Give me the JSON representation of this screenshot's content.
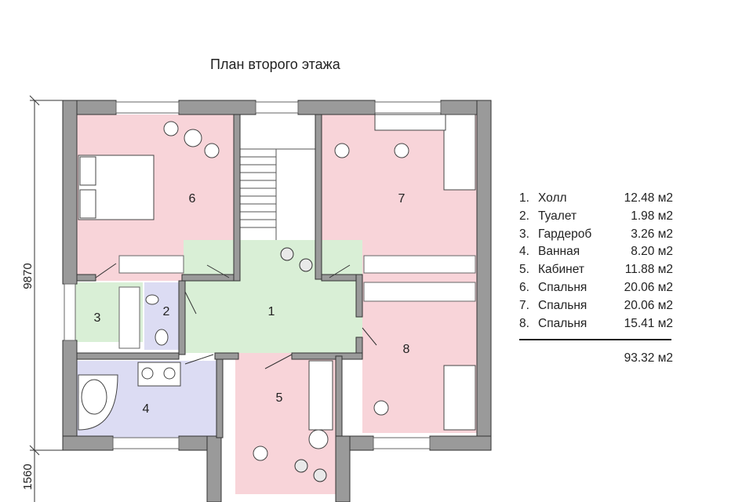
{
  "title": "План второго этажа",
  "dimensions": {
    "height_main": "9870",
    "height_lower": "1560"
  },
  "rooms": [
    {
      "number": "1",
      "name": "Холл",
      "area": "12.48 м2",
      "color": "#d9efd6"
    },
    {
      "number": "2",
      "name": "Туалет",
      "area": "1.98 м2",
      "color": "#dcdcf3"
    },
    {
      "number": "3",
      "name": "Гардероб",
      "area": "3.26 м2",
      "color": "#d9efd6"
    },
    {
      "number": "4",
      "name": "Ванная",
      "area": "8.20 м2",
      "color": "#dcdcf3"
    },
    {
      "number": "5",
      "name": "Кабинет",
      "area": "11.88 м2",
      "color": "#f8d4d9"
    },
    {
      "number": "6",
      "name": "Спальня",
      "area": "20.06 м2",
      "color": "#f8d4d9"
    },
    {
      "number": "7",
      "name": "Спальня",
      "area": "20.06 м2",
      "color": "#f8d4d9"
    },
    {
      "number": "8",
      "name": "Спальня",
      "area": "15.41 м2",
      "color": "#f8d4d9"
    }
  ],
  "legend": [
    {
      "num": "1.",
      "name": "Холл",
      "area": "12.48 м2"
    },
    {
      "num": "2.",
      "name": "Туалет",
      "area": "1.98 м2"
    },
    {
      "num": "3.",
      "name": "Гардероб",
      "area": "3.26 м2"
    },
    {
      "num": "4.",
      "name": "Ванная",
      "area": "8.20 м2"
    },
    {
      "num": "5.",
      "name": "Кабинет",
      "area": "11.88 м2"
    },
    {
      "num": "6.",
      "name": "Спальня",
      "area": "20.06 м2"
    },
    {
      "num": "7.",
      "name": "Спальня",
      "area": "20.06 м2"
    },
    {
      "num": "8.",
      "name": "Спальня",
      "area": "15.41 м2"
    }
  ],
  "total": "93.32 м2",
  "colors": {
    "wall": "#9a9a9a",
    "wall_stroke": "#333333"
  }
}
